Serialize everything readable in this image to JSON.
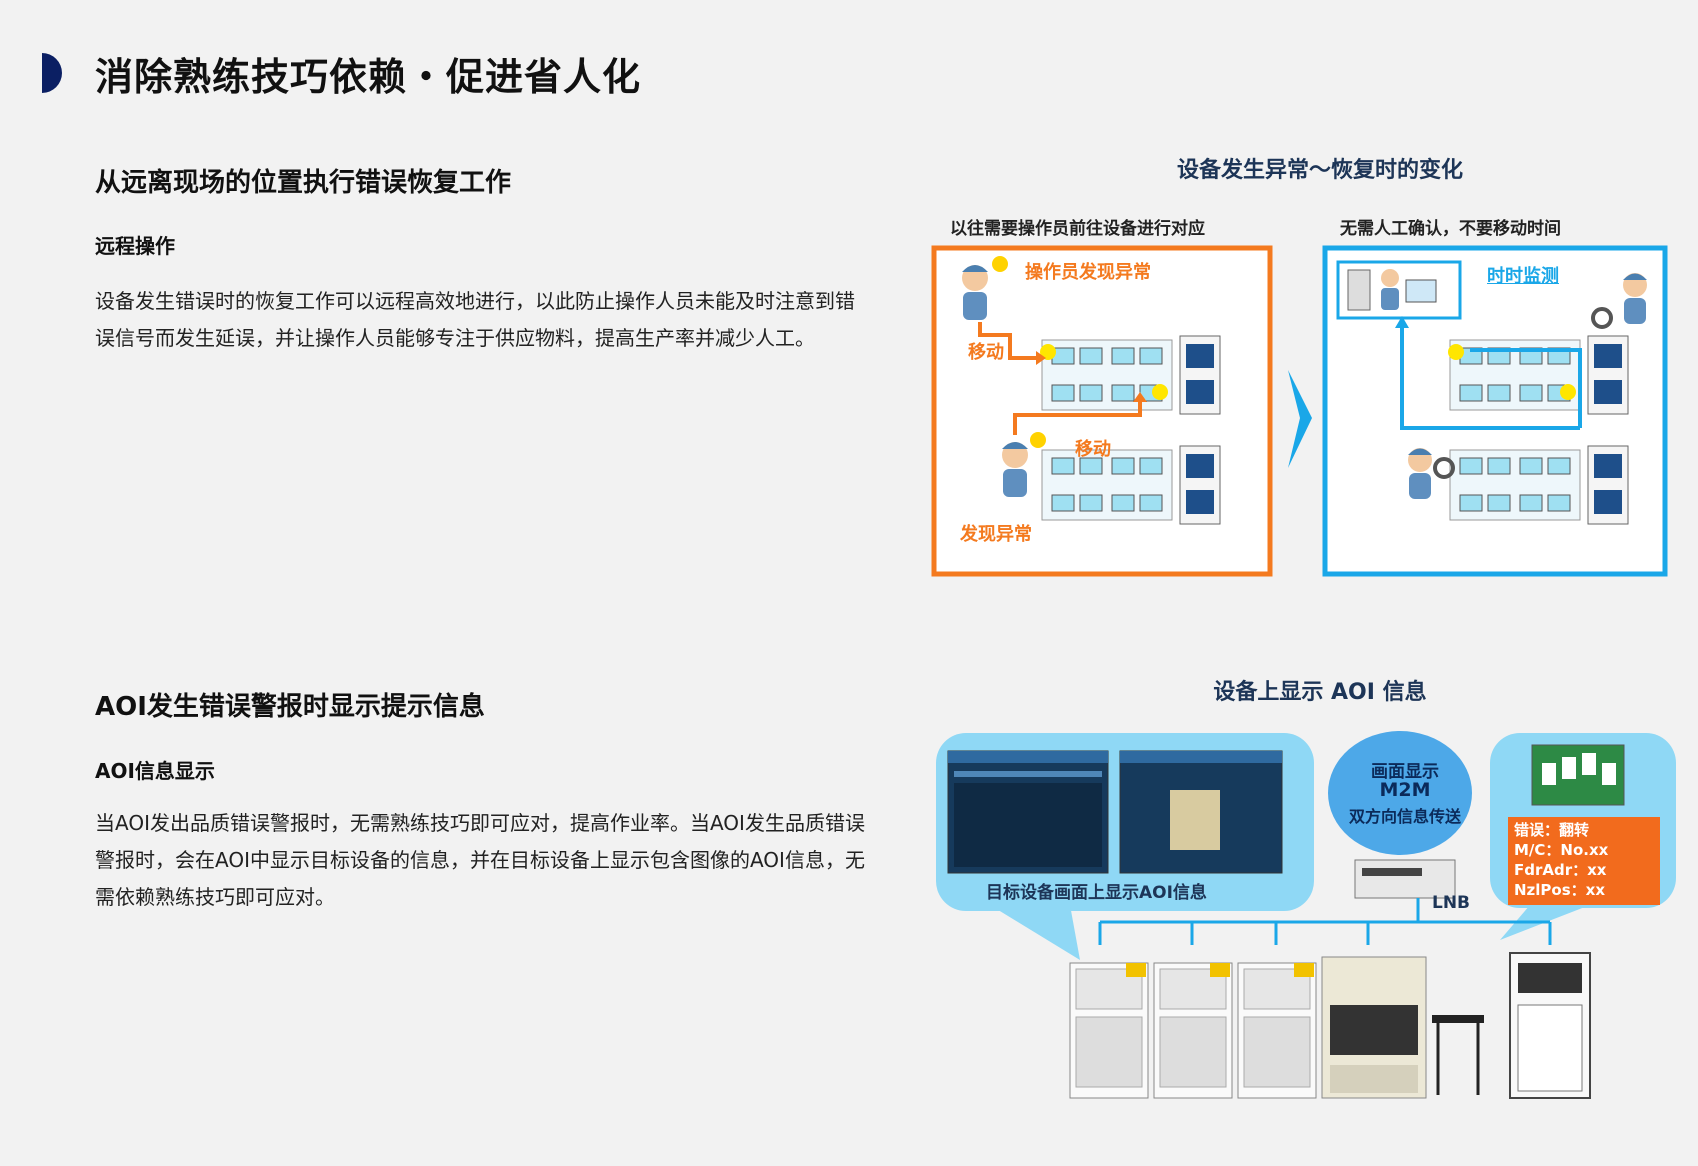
{
  "page": {
    "title": "消除熟练技巧依赖・促进省人化",
    "accent": "#0b1f63"
  },
  "section1": {
    "heading": "从远离现场的位置执行错误恢复工作",
    "subheading": "远程操作",
    "body": "设备发生错误时的恢复工作可以远程高效地进行，以此防止操作人员未能及时注意到错误信号而发生延误，并让操作人员能够专注于供应物料，提高生产率并减少人工。",
    "figure": {
      "title": "设备发生异常～恢复时的变化",
      "left_caption": "以往需要操作员前往设备进行对应",
      "right_caption": "无需人工确认，不要移动时间",
      "left_labels": {
        "operator_found": "操作员发现异常",
        "move1": "移动",
        "move2": "移动",
        "found": "发现异常"
      },
      "right_labels": {
        "monitor": "时时监测"
      },
      "colors": {
        "orange": "#f47a1f",
        "blue": "#1aa7e8"
      }
    }
  },
  "section2": {
    "heading": "AOI发生错误警报时显示提示信息",
    "subheading": "AOI信息显示",
    "body": "当AOI发出品质错误警报时，无需熟练技巧即可应对，提高作业率。当AOI发生品质错误警报时，会在AOI中显示目标设备的信息，并在目标设备上显示包含图像的AOI信息，无需依赖熟练技巧即可应对。",
    "figure": {
      "title": "设备上显示 AOI 信息",
      "screen_caption": "目标设备画面上显示AOI信息",
      "m2m_line1": "画面显示",
      "m2m_line2": "M2M",
      "m2m_line3": "双方向信息传送",
      "lnb_label": "LNB",
      "error_lines": [
        "错误：翻转",
        "M/C：No.xx",
        "FdrAdr：xx",
        "NzlPos：xx"
      ],
      "colors": {
        "bubble": "#8fd8f5",
        "error_box": "#f26b1d"
      }
    }
  }
}
